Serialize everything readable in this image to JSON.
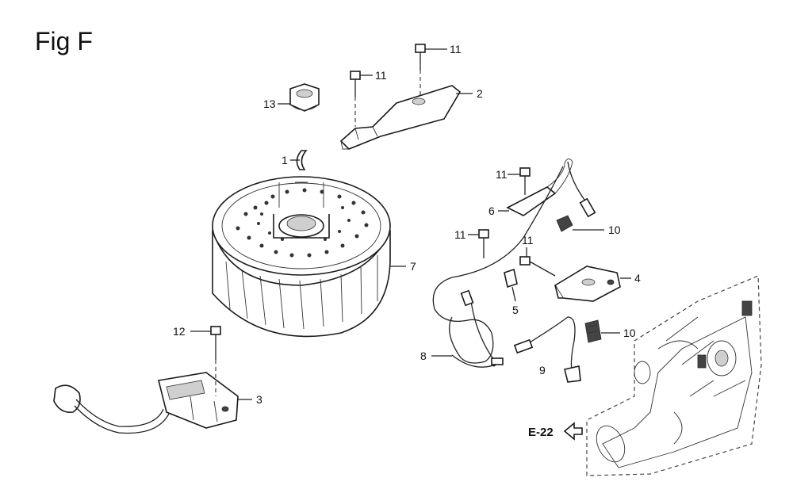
{
  "figure": {
    "title": "Fig F"
  },
  "parts": [
    {
      "id": "p1",
      "label": "1"
    },
    {
      "id": "p2",
      "label": "2"
    },
    {
      "id": "p3",
      "label": "3"
    },
    {
      "id": "p4",
      "label": "4"
    },
    {
      "id": "p5",
      "label": "5"
    },
    {
      "id": "p6",
      "label": "6"
    },
    {
      "id": "p7",
      "label": "7"
    },
    {
      "id": "p8",
      "label": "8"
    },
    {
      "id": "p9",
      "label": "9"
    },
    {
      "id": "p10a",
      "label": "10"
    },
    {
      "id": "p10b",
      "label": "10"
    },
    {
      "id": "p11a",
      "label": "11"
    },
    {
      "id": "p11b",
      "label": "11"
    },
    {
      "id": "p11c",
      "label": "11"
    },
    {
      "id": "p11d",
      "label": "11"
    },
    {
      "id": "p11e",
      "label": "11"
    },
    {
      "id": "p12",
      "label": "12"
    },
    {
      "id": "p13",
      "label": "13"
    }
  ],
  "reference": {
    "label": "E-22"
  }
}
